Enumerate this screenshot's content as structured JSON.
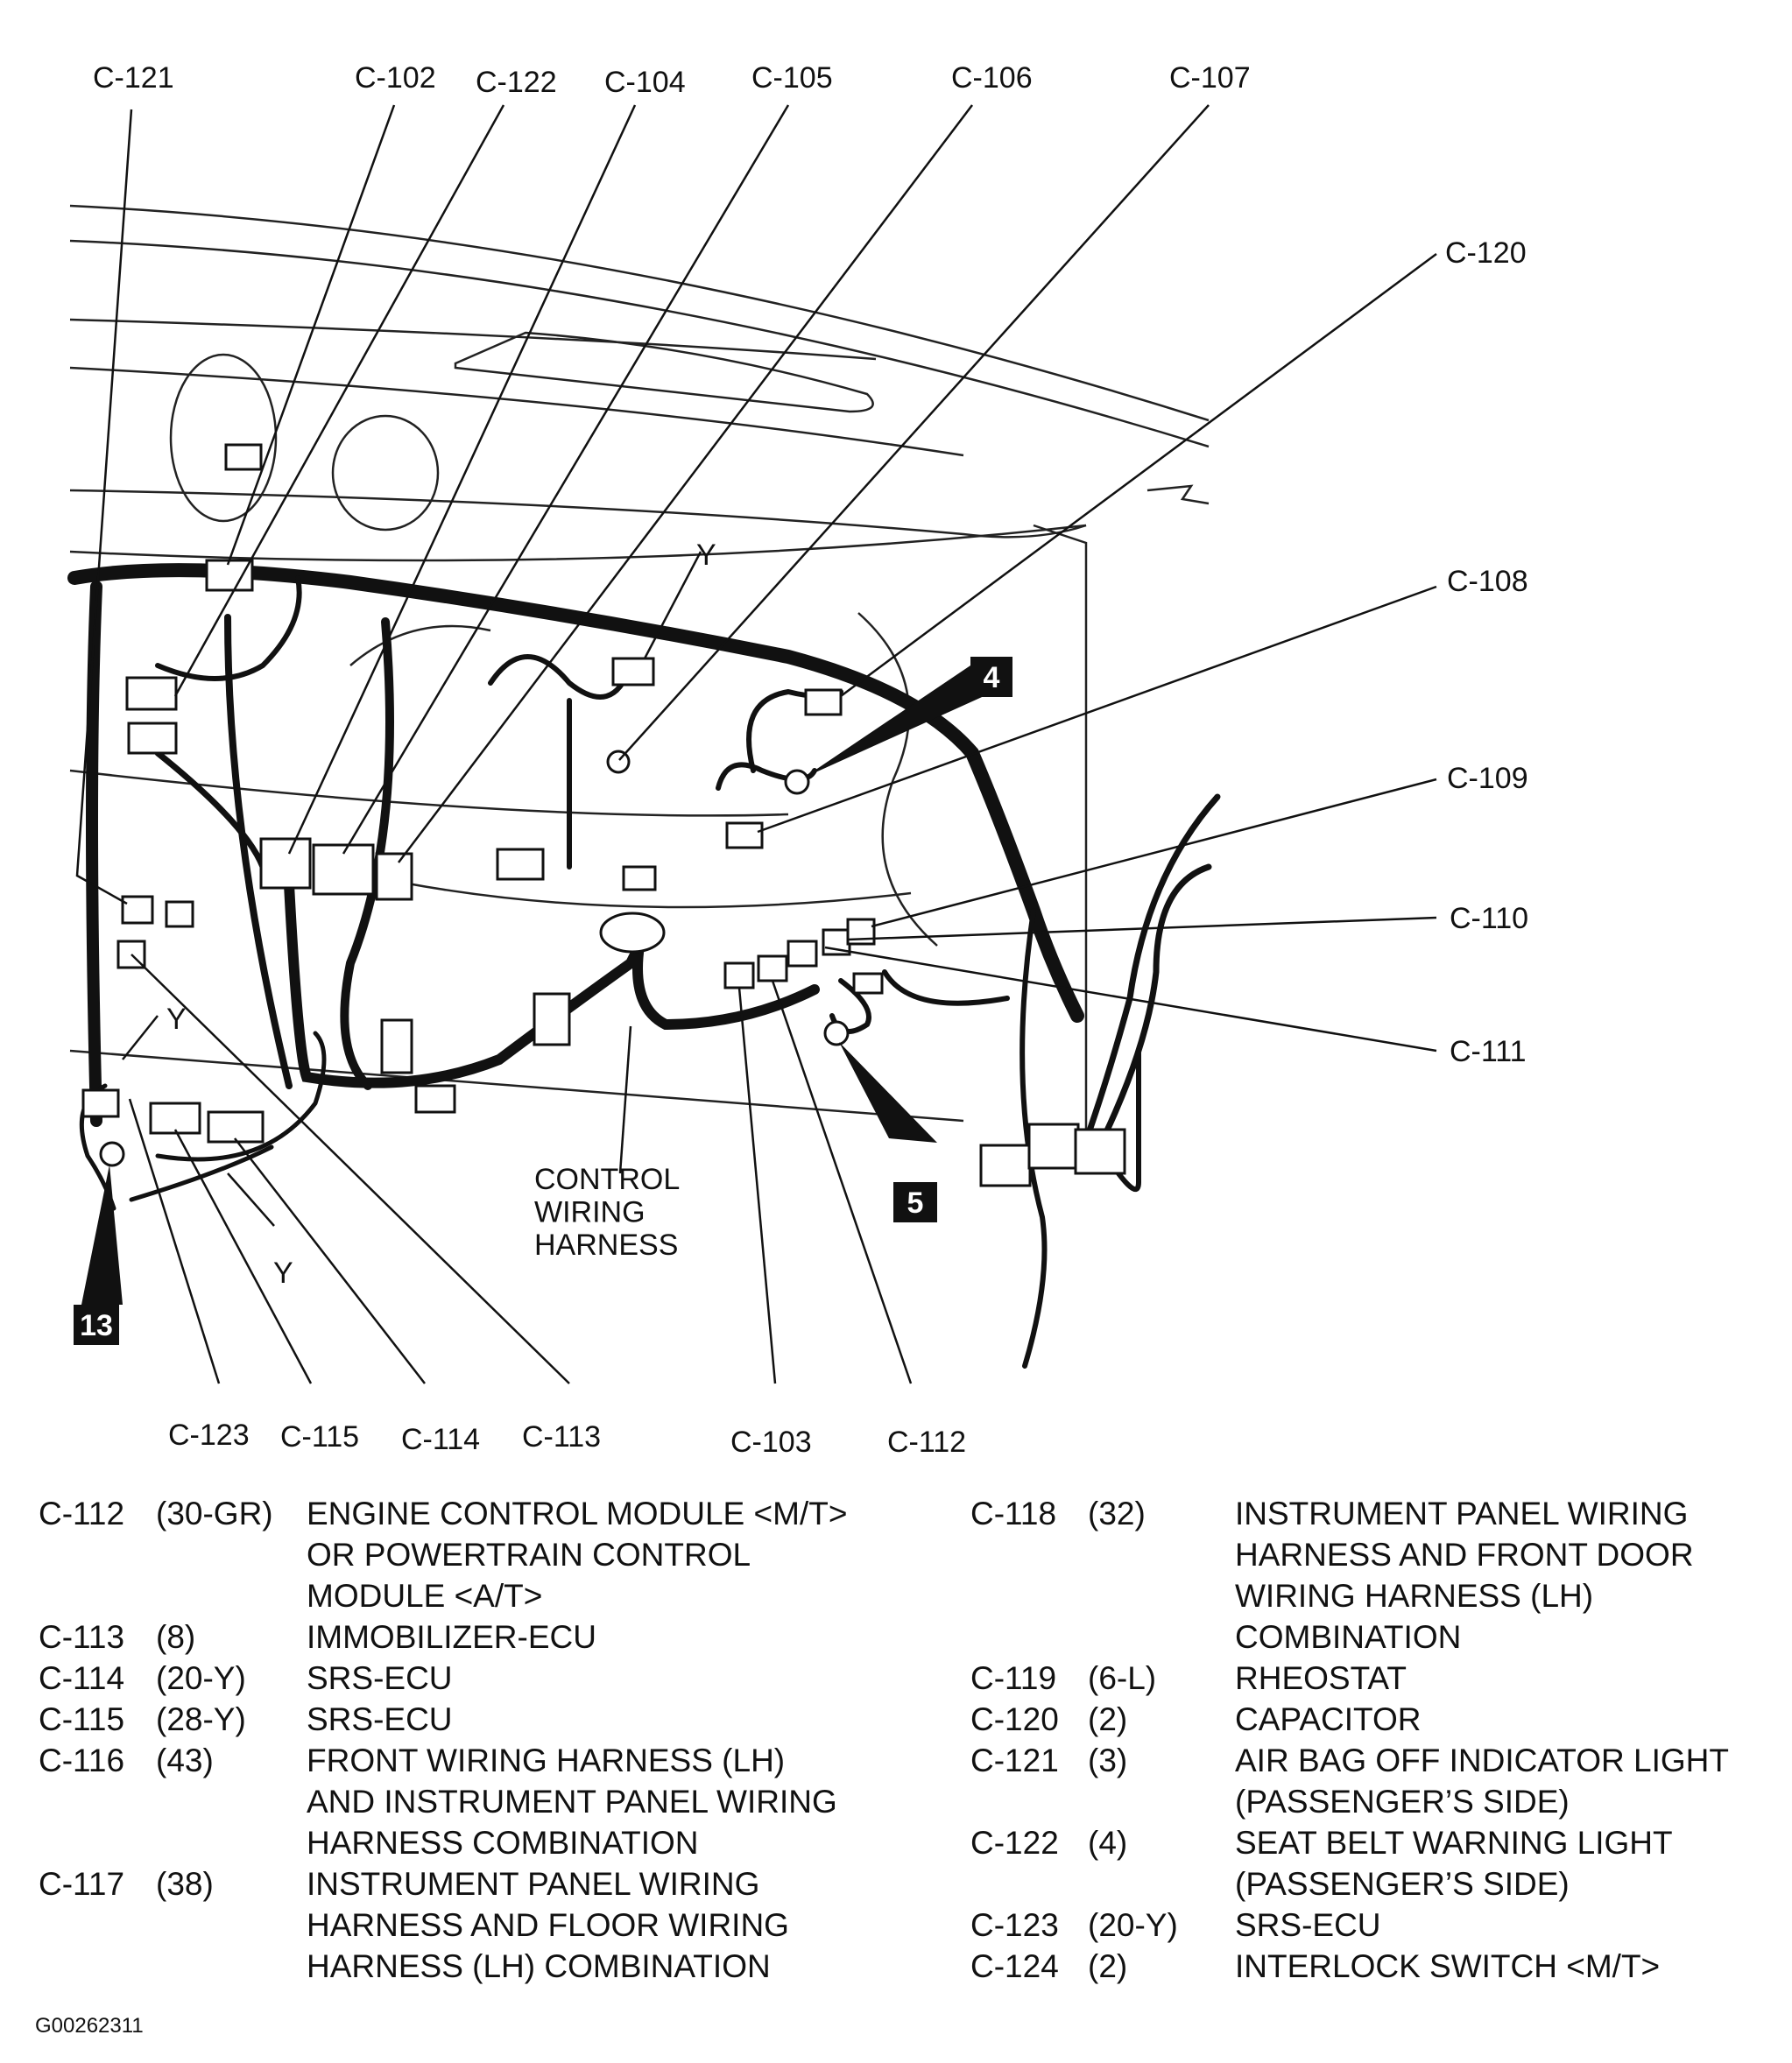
{
  "diagram": {
    "callouts_top": [
      "C-121",
      "C-102",
      "C-122",
      "C-104",
      "C-105",
      "C-106",
      "C-107"
    ],
    "callouts_right": [
      "C-120",
      "C-108",
      "C-109",
      "C-110",
      "C-111"
    ],
    "callouts_bottom": [
      "C-123",
      "C-115",
      "C-114",
      "C-113",
      "C-103",
      "C-112"
    ],
    "wire_color_marks": [
      "Y",
      "Y",
      "Y"
    ],
    "harness_label": "CONTROL\nWIRING\nHARNESS",
    "ground_points": [
      "4",
      "5",
      "13"
    ]
  },
  "legend_left": [
    {
      "code": "C-112",
      "pins": "(30-GR)",
      "desc": "ENGINE CONTROL MODULE <M/T>\nOR POWERTRAIN CONTROL\nMODULE <A/T>"
    },
    {
      "code": "C-113",
      "pins": "(8)",
      "desc": "IMMOBILIZER-ECU"
    },
    {
      "code": "C-114",
      "pins": "(20-Y)",
      "desc": "SRS-ECU"
    },
    {
      "code": "C-115",
      "pins": "(28-Y)",
      "desc": "SRS-ECU"
    },
    {
      "code": "C-116",
      "pins": "(43)",
      "desc": "FRONT WIRING HARNESS (LH)\nAND INSTRUMENT PANEL WIRING\nHARNESS COMBINATION"
    },
    {
      "code": "C-117",
      "pins": "(38)",
      "desc": "INSTRUMENT PANEL WIRING\nHARNESS AND FLOOR WIRING\nHARNESS (LH) COMBINATION"
    }
  ],
  "legend_right": [
    {
      "code": "C-118",
      "pins": "(32)",
      "desc": "INSTRUMENT PANEL WIRING\nHARNESS AND FRONT DOOR\nWIRING HARNESS (LH)\nCOMBINATION"
    },
    {
      "code": "C-119",
      "pins": "(6-L)",
      "desc": "RHEOSTAT"
    },
    {
      "code": "C-120",
      "pins": "(2)",
      "desc": "CAPACITOR"
    },
    {
      "code": "C-121",
      "pins": "(3)",
      "desc": "AIR BAG OFF INDICATOR LIGHT\n(PASSENGER’S SIDE)"
    },
    {
      "code": "C-122",
      "pins": "(4)",
      "desc": "SEAT BELT WARNING LIGHT\n(PASSENGER’S SIDE)"
    },
    {
      "code": "C-123",
      "pins": "(20-Y)",
      "desc": "SRS-ECU"
    },
    {
      "code": "C-124",
      "pins": "(2)",
      "desc": "INTERLOCK SWITCH <M/T>"
    }
  ],
  "figure_id": "G00262311"
}
